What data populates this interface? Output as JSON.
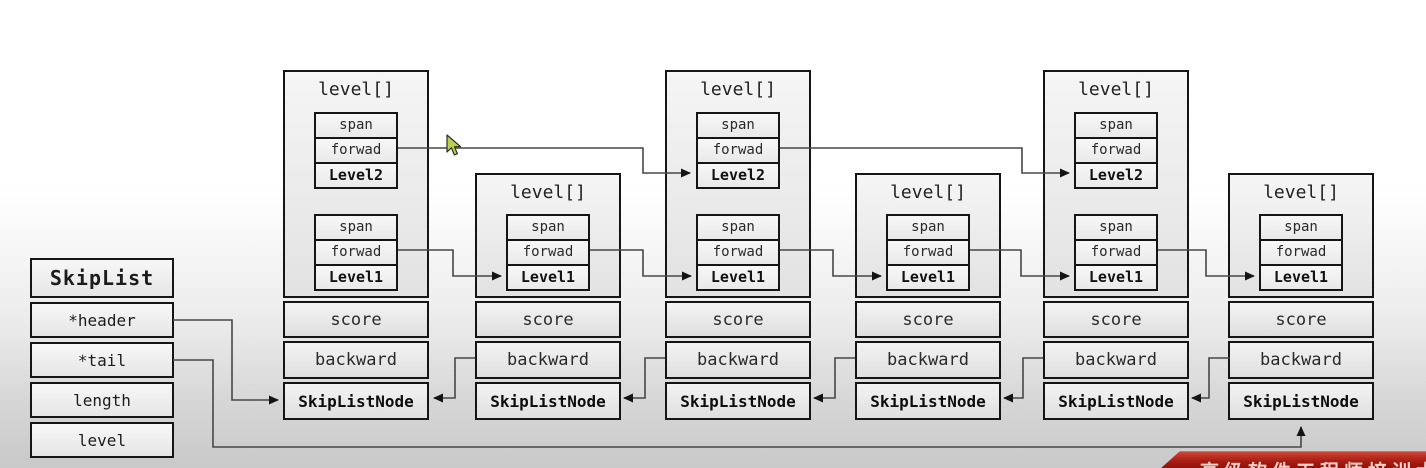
{
  "skiplist": {
    "title": "SkipList",
    "fields": [
      "*header",
      "*tail",
      "length",
      "level"
    ]
  },
  "labels": {
    "level_array": "level[]",
    "span": "span",
    "forward": "forwad",
    "score": "score",
    "backward": "backward",
    "footer": "SkipListNode"
  },
  "nodes": [
    {
      "id": 1,
      "levels": [
        "Level2",
        "Level1"
      ]
    },
    {
      "id": 2,
      "levels": [
        "Level1"
      ]
    },
    {
      "id": 3,
      "levels": [
        "Level2",
        "Level1"
      ]
    },
    {
      "id": 4,
      "levels": [
        "Level1"
      ]
    },
    {
      "id": 5,
      "levels": [
        "Level2",
        "Level1"
      ]
    },
    {
      "id": 6,
      "levels": [
        "Level1"
      ]
    }
  ],
  "banner": {
    "text": "高级软件工程师培训大厂",
    "bg": "#a81c12"
  },
  "colors": {
    "line": "#474747",
    "arrow": "#141414",
    "border": "#151515"
  }
}
